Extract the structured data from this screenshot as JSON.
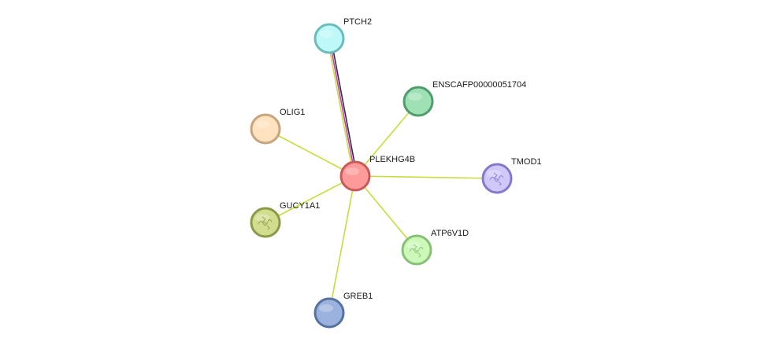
{
  "network": {
    "center": "PLEKHG4B",
    "nodes": [
      {
        "id": "PLEKHG4B",
        "label": "PLEKHG4B",
        "fill": "#ff9a9a",
        "stroke": "#c85a5a",
        "icon": "none"
      },
      {
        "id": "PTCH2",
        "label": "PTCH2",
        "fill": "#bff8f8",
        "stroke": "#6bbcbc",
        "icon": "none"
      },
      {
        "id": "ENSCAFP00000051704",
        "label": "ENSCAFP00000051704",
        "fill": "#9fe0b5",
        "stroke": "#4f9c6c",
        "icon": "none"
      },
      {
        "id": "OLIG1",
        "label": "OLIG1",
        "fill": "#ffe2bf",
        "stroke": "#c6a57d",
        "icon": "none"
      },
      {
        "id": "TMOD1",
        "label": "TMOD1",
        "fill": "#cfc8f8",
        "stroke": "#8878c8",
        "icon": "protein-structure-icon"
      },
      {
        "id": "GUCY1A1",
        "label": "GUCY1A1",
        "fill": "#d2dd8e",
        "stroke": "#8a9a48",
        "icon": "protein-structure-icon"
      },
      {
        "id": "ATP6V1D",
        "label": "ATP6V1D",
        "fill": "#ccf8b8",
        "stroke": "#88c078",
        "icon": "protein-structure-icon"
      },
      {
        "id": "GREB1",
        "label": "GREB1",
        "fill": "#9bb2de",
        "stroke": "#56729e",
        "icon": "none"
      }
    ],
    "edges": [
      {
        "from": "PLEKHG4B",
        "to": "PTCH2",
        "colors": [
          "#c8dc3c",
          "#c040c0",
          "#303030"
        ]
      },
      {
        "from": "PLEKHG4B",
        "to": "ENSCAFP00000051704",
        "colors": [
          "#c8dc3c"
        ]
      },
      {
        "from": "PLEKHG4B",
        "to": "OLIG1",
        "colors": [
          "#c8dc3c"
        ]
      },
      {
        "from": "PLEKHG4B",
        "to": "TMOD1",
        "colors": [
          "#c8dc3c"
        ]
      },
      {
        "from": "PLEKHG4B",
        "to": "GUCY1A1",
        "colors": [
          "#c8dc3c"
        ]
      },
      {
        "from": "PLEKHG4B",
        "to": "ATP6V1D",
        "colors": [
          "#c8dc3c"
        ]
      },
      {
        "from": "PLEKHG4B",
        "to": "GREB1",
        "colors": [
          "#c8dc3c"
        ]
      }
    ]
  }
}
